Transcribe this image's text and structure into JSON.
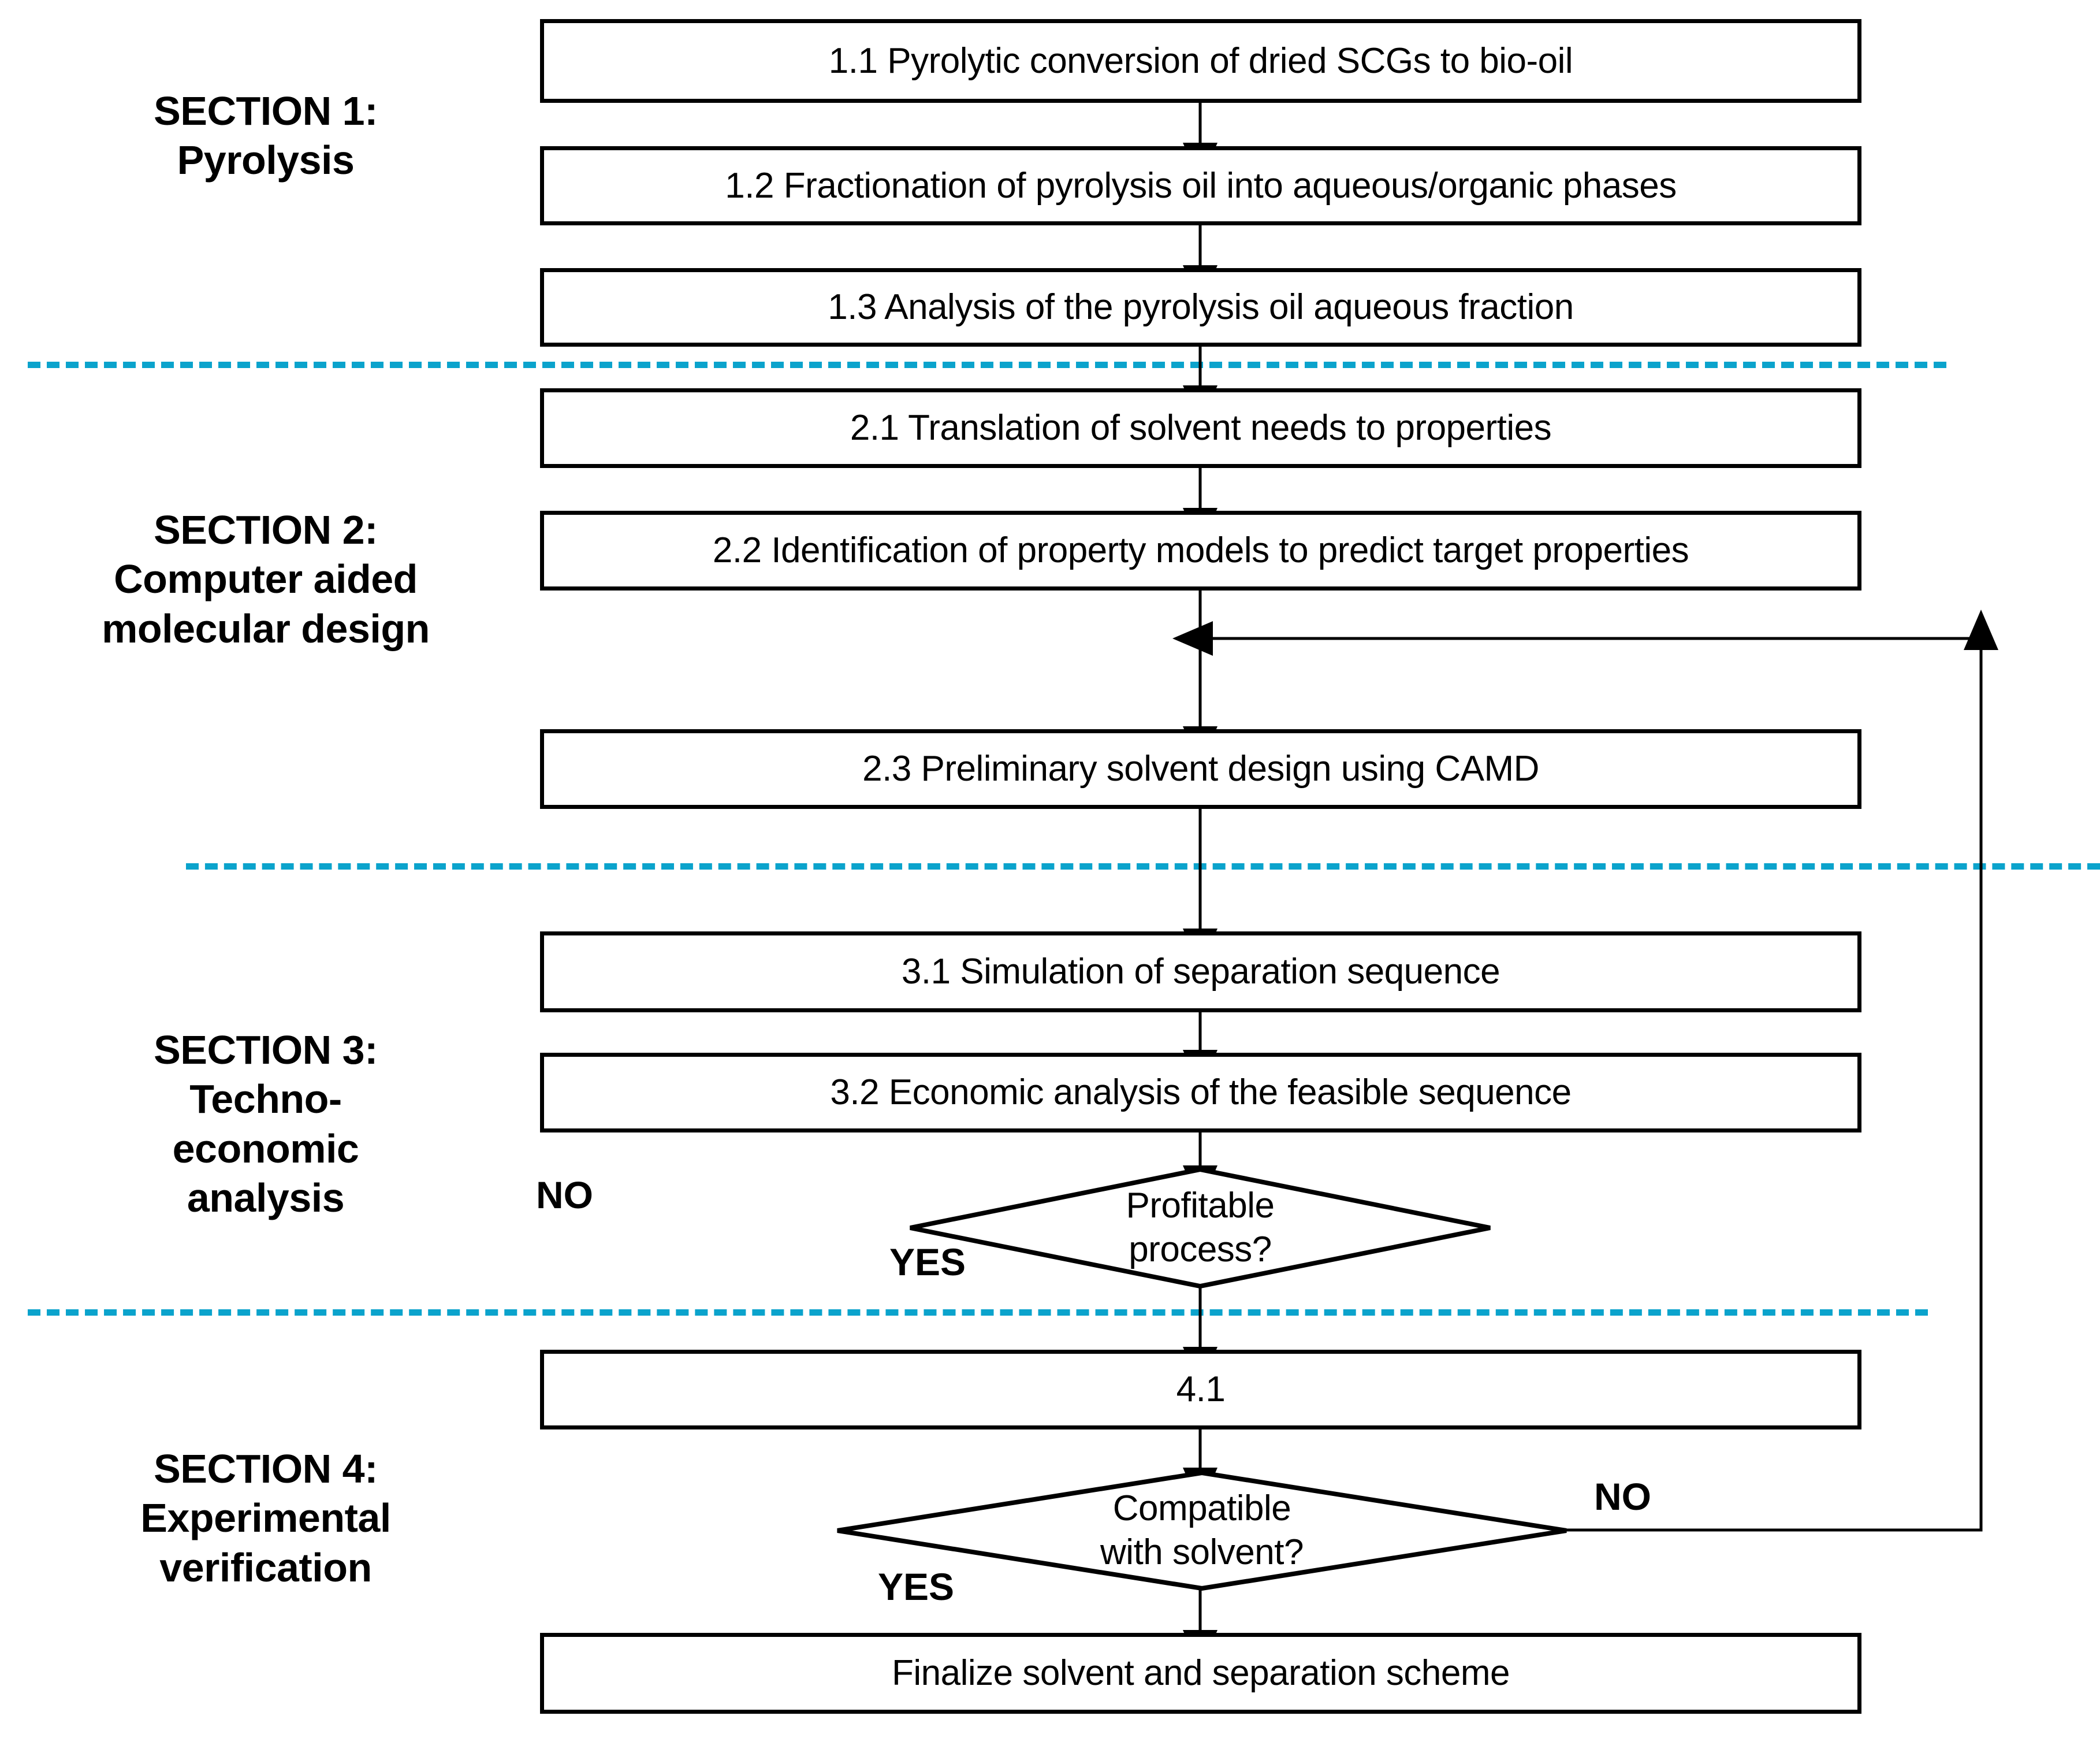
{
  "figure": {
    "type": "flowchart",
    "orientation": "top-to-bottom",
    "accent_color": "#0ba3cc",
    "line_color": "#000000",
    "background": "#ffffff"
  },
  "sections": [
    {
      "label": "SECTION 1:\nPyrolysis"
    },
    {
      "label": "SECTION 2:\nComputer aided\nmolecular design"
    },
    {
      "label": "SECTION 3:\nTechno-\neconomic\nanalysis"
    },
    {
      "label": "SECTION 4:\nExperimental\nverification"
    }
  ],
  "nodes": {
    "n11": "1.1 Pyrolytic conversion of dried SCGs to bio-oil",
    "n12": "1.2 Fractionation of pyrolysis oil into aqueous/organic phases",
    "n13": "1.3 Analysis of the pyrolysis oil aqueous fraction",
    "n21": "2.1 Translation of solvent needs to properties",
    "n22": "2.2 Identification of property models to predict target properties",
    "n23": "2.3 Preliminary solvent design using CAMD",
    "n31": "3.1   Simulation of separation sequence",
    "n32": "3.2   Economic analysis of the feasible sequence",
    "d1": "Profitable\nprocess?",
    "n41": "4.1",
    "d2": "Compatible\nwith solvent?",
    "n51": "Finalize solvent and separation scheme"
  },
  "branch_labels": {
    "profitable_no": "NO",
    "profitable_yes": "YES",
    "compatible_no": "NO",
    "compatible_yes": "YES"
  },
  "edges": [
    {
      "from": "n11",
      "to": "n12",
      "label": ""
    },
    {
      "from": "n12",
      "to": "n13",
      "label": ""
    },
    {
      "from": "n13",
      "to": "n21",
      "label": ""
    },
    {
      "from": "n21",
      "to": "n22",
      "label": ""
    },
    {
      "from": "n22",
      "to": "n23",
      "label": ""
    },
    {
      "from": "n23",
      "to": "n31",
      "label": ""
    },
    {
      "from": "n31",
      "to": "n32",
      "label": ""
    },
    {
      "from": "n32",
      "to": "d1",
      "label": ""
    },
    {
      "from": "d1",
      "to": "n41",
      "label": "YES"
    },
    {
      "from": "n41",
      "to": "d2",
      "label": ""
    },
    {
      "from": "d2",
      "to": "n51",
      "label": "YES"
    },
    {
      "from": "d2",
      "to": "n23",
      "label": "NO"
    }
  ]
}
